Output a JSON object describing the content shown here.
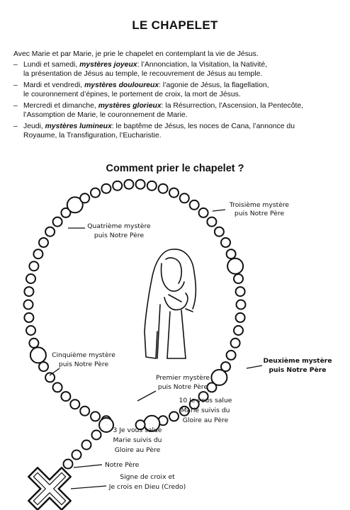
{
  "title": "LE CHAPELET",
  "intro": "Avec Marie et par Marie, je prie le chapelet en contemplant la vie de Jésus.",
  "mysteries": [
    {
      "days": "Lundi et samedi, ",
      "name": "mystères joyeux",
      "lines": [
        ": l’Annonciation, la Visitation, la Nativité,",
        "la présentation de Jésus au temple, le recouvrement de Jésus au temple."
      ]
    },
    {
      "days": "Mardi et vendredi, ",
      "name": "mystères douloureux",
      "lines": [
        ": l’agonie de Jésus, la flagellation,",
        "le couronnement d’épines, le portement de croix, la mort de Jésus."
      ]
    },
    {
      "days": "Mercredi et dimanche, ",
      "name": "mystères glorieux",
      "lines": [
        ": la Résurrection, l’Ascension, la Pentecôte,",
        "l’Assomption de Marie, le couronnement de Marie."
      ]
    },
    {
      "days": "Jeudi, ",
      "name": "mystères lumineux",
      "lines": [
        ": le baptême de Jésus, les noces de Cana, l’annonce du",
        "Royaume, la Transfiguration, l’Eucharistie."
      ]
    }
  ],
  "subtitle": "Comment prier le chapelet ?",
  "labels": {
    "troisieme": [
      "Troisième mystère",
      "puis Notre Père"
    ],
    "quatrieme": [
      "Quatrième mystère",
      "puis Notre Père"
    ],
    "cinquieme": [
      "Cinquième mystère",
      "puis Notre Père"
    ],
    "deuxieme": [
      "Deuxième mystère",
      "puis Notre Père"
    ],
    "premier": [
      "Premier mystère",
      "puis Notre Père"
    ],
    "dix": [
      "10 Je vous salue",
      "Marie suivis du",
      "Gloire au Père"
    ],
    "trois": [
      "3 Je vous salue",
      "Marie suivis du",
      "Gloire au Père"
    ],
    "notre_pere": [
      "Notre Père"
    ],
    "signe": [
      "Signe de croix et",
      "Je crois en Dieu (Credo)"
    ]
  },
  "icons": {
    "illustration": "praying-mary-icon",
    "cross": "cross-icon"
  }
}
